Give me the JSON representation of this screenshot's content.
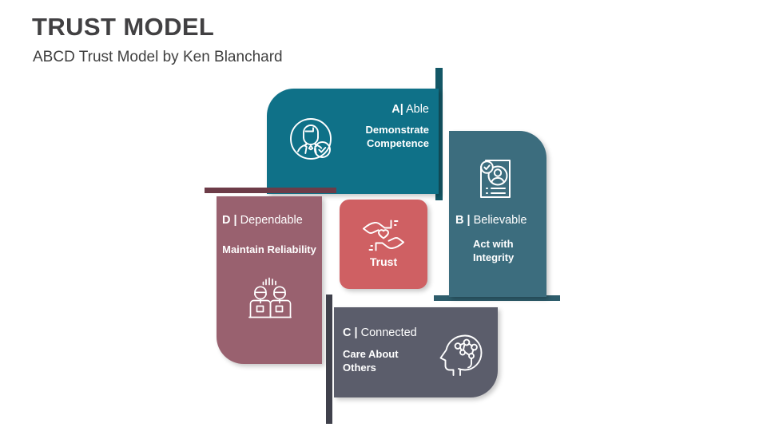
{
  "header": {
    "title": "TRUST MODEL",
    "subtitle": "ABCD Trust Model by Ken Blanchard"
  },
  "center": {
    "label": "Trust",
    "icon": "hands-heart-icon",
    "color": "#cf6063"
  },
  "cards": [
    {
      "key": "A",
      "letter": "A|",
      "name": " Able",
      "subtitle": "Demonstrate Competence",
      "icon": "person-check-icon",
      "color": "#0f7188",
      "bar_color": "#135766"
    },
    {
      "key": "B",
      "letter": "B |",
      "name": " Believable",
      "subtitle": "Act with Integrity",
      "icon": "document-person-check-icon",
      "color": "#3c6d7e",
      "bar_color": "#2e5d6c"
    },
    {
      "key": "C",
      "letter": "C |",
      "name": " Connected",
      "subtitle": "Care About Others",
      "icon": "head-network-icon",
      "color": "#5b5d6b",
      "bar_color": "#40414c"
    },
    {
      "key": "D",
      "letter": "D |",
      "name": " Dependable",
      "subtitle": "Maintain Reliability",
      "icon": "two-people-icon",
      "color": "#99616f",
      "bar_color": "#6d3c48"
    }
  ]
}
